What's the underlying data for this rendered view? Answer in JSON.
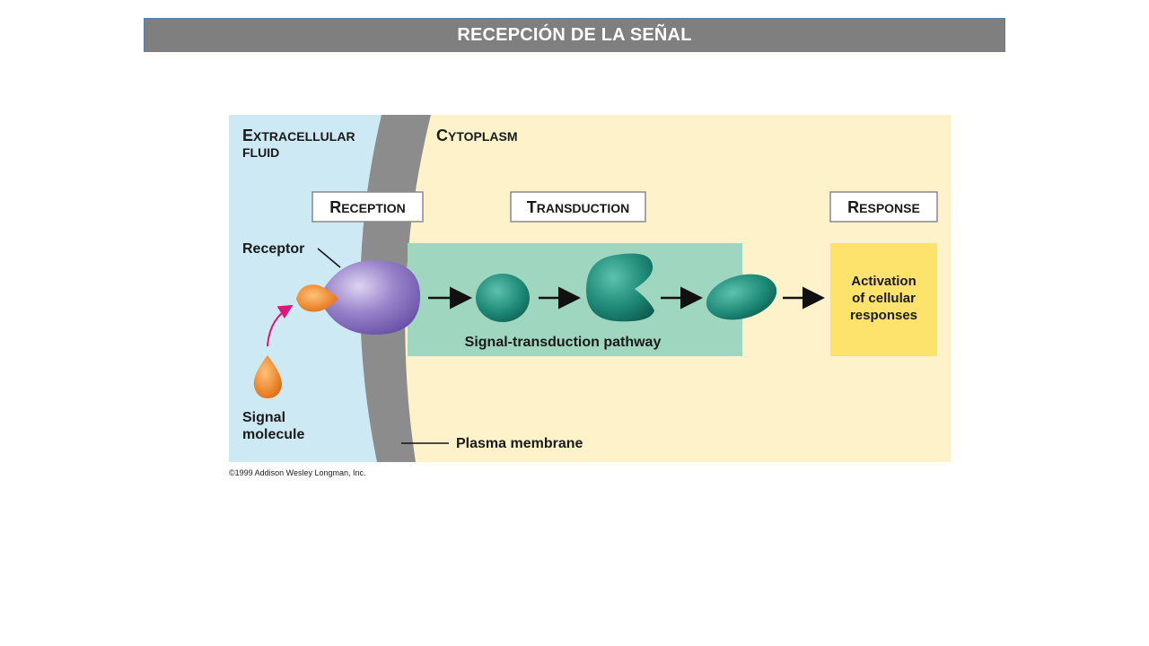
{
  "slide": {
    "title": "RECEPCIÓN DE LA SEÑAL",
    "title_bar_color": "#7f7f7f"
  },
  "diagram": {
    "regions": {
      "extracellular": {
        "label_cap1": "E",
        "label_rest1": "XTRACELLULAR",
        "label_line2": "FLUID",
        "color": "#cce9f4"
      },
      "cytoplasm": {
        "label_cap": "C",
        "label_rest": "YTOPLASM",
        "color": "#fdf2c9"
      },
      "membrane_color": "#8c8c8c"
    },
    "stages": [
      {
        "cap": "R",
        "rest": "ECEPTION"
      },
      {
        "cap": "T",
        "rest": "RANSDUCTION"
      },
      {
        "cap": "R",
        "rest": "ESPONSE"
      }
    ],
    "labels": {
      "receptor": "Receptor",
      "signal_molecule_line1": "Signal",
      "signal_molecule_line2": "molecule",
      "plasma_membrane": "Plasma membrane",
      "pathway": "Signal-transduction pathway",
      "response_line1": "Activation",
      "response_line2": "of cellular",
      "response_line3": "responses"
    },
    "colors": {
      "receptor": "#8e76c0",
      "signal_molecule": "#f08a1c",
      "pathway_box": "#9fd6c0",
      "relay_proteins": "#1f8a78",
      "response_box": "#fde36b",
      "arrow_accent": "#e0157a"
    },
    "copyright": "©1999 Addison Wesley Longman, Inc."
  }
}
